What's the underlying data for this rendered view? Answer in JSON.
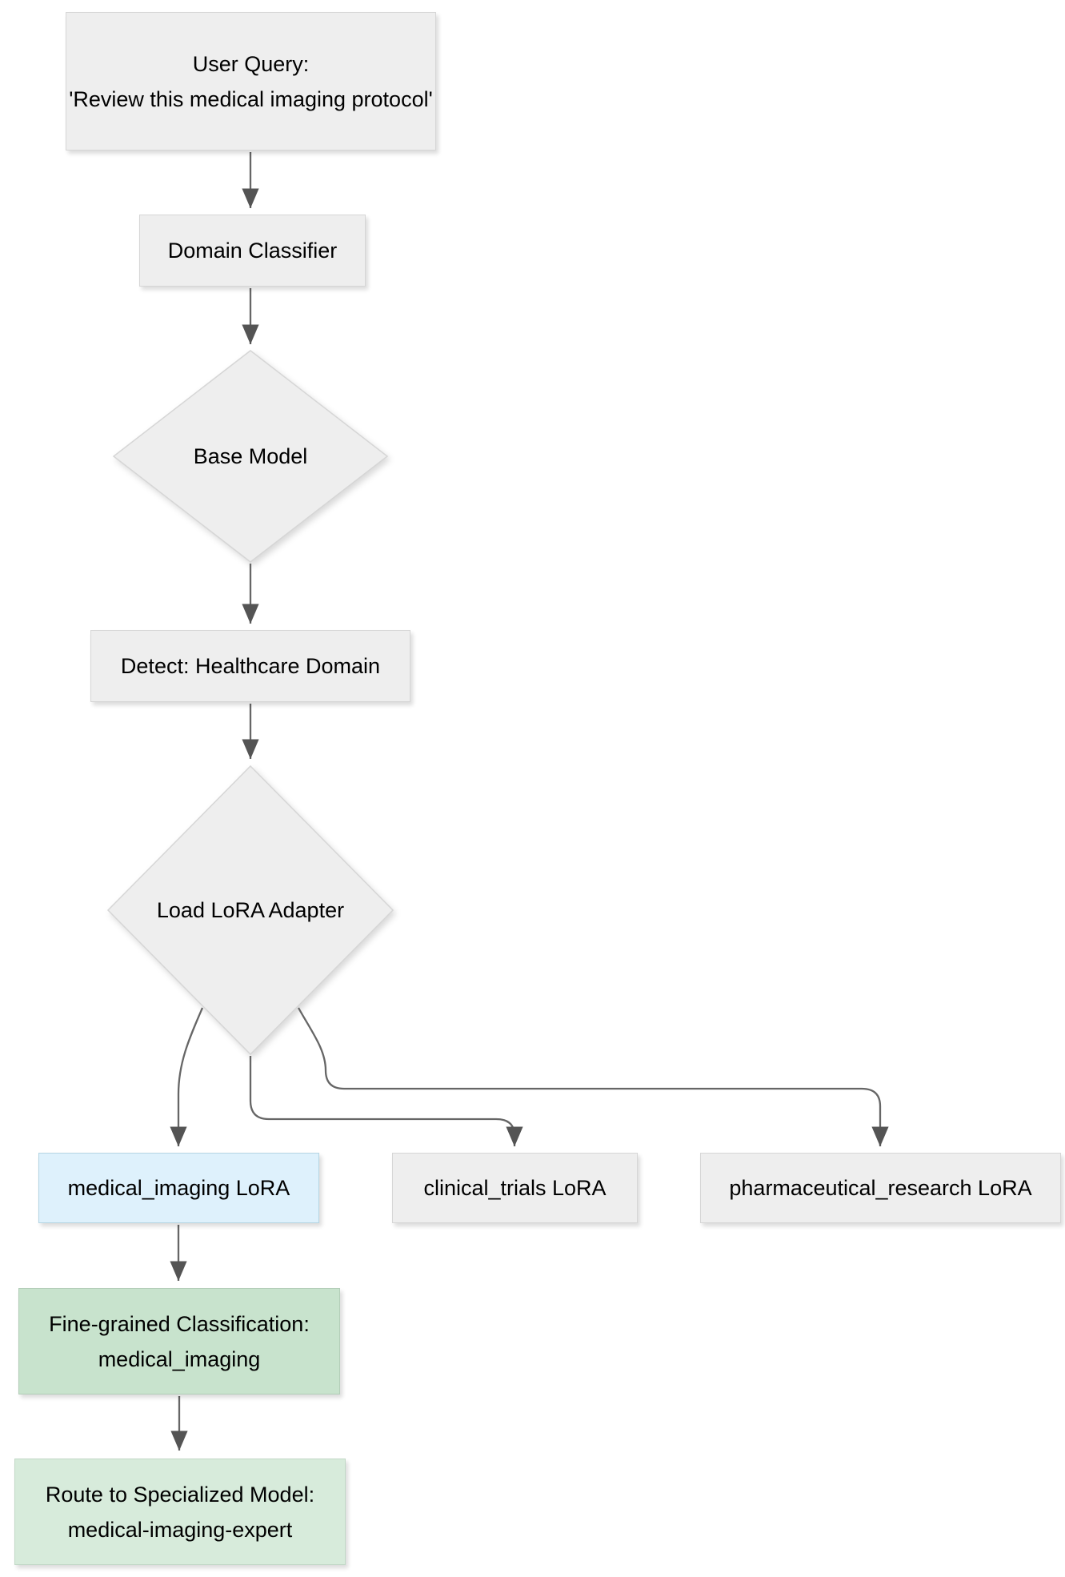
{
  "diagram": {
    "type": "flowchart",
    "direction": "top-down",
    "background": "#ffffff",
    "colors": {
      "node_fill": "#eeeeee",
      "node_border": "#d6d6d6",
      "blue_fill": "#def1fc",
      "blue_border": "#b5d5e3",
      "green_fill": "#c8e3cd",
      "green_border": "#b3cdb8",
      "green_light_fill": "#d7ebdb",
      "green_light_border": "#c2d8c7",
      "edge_line": "#666666",
      "edge_arrow": "#545454",
      "text": "#000000"
    },
    "nodes": {
      "user_query": {
        "shape": "rectangle",
        "lines": [
          "User Query:",
          "'Review this medical imaging protocol'"
        ]
      },
      "domain_classifier": {
        "shape": "rectangle",
        "label": "Domain Classifier"
      },
      "base_model": {
        "shape": "diamond",
        "label": "Base Model"
      },
      "detect_healthcare": {
        "shape": "rectangle",
        "label": "Detect: Healthcare Domain"
      },
      "load_lora_adapter": {
        "shape": "diamond",
        "label": "Load LoRA Adapter"
      },
      "medical_imaging_lora": {
        "shape": "rectangle",
        "label": "medical_imaging LoRA",
        "highlight": "blue"
      },
      "clinical_trials_lora": {
        "shape": "rectangle",
        "label": "clinical_trials LoRA"
      },
      "pharmaceutical_research_lora": {
        "shape": "rectangle",
        "label": "pharmaceutical_research LoRA"
      },
      "fine_grained_classification": {
        "shape": "rectangle",
        "lines": [
          "Fine-grained Classification:",
          "medical_imaging"
        ],
        "highlight": "green"
      },
      "route_specialized": {
        "shape": "rectangle",
        "lines": [
          "Route to Specialized Model:",
          "medical-imaging-expert"
        ],
        "highlight": "green_light"
      }
    },
    "edges": [
      {
        "from": "user_query",
        "to": "domain_classifier"
      },
      {
        "from": "domain_classifier",
        "to": "base_model"
      },
      {
        "from": "base_model",
        "to": "detect_healthcare"
      },
      {
        "from": "detect_healthcare",
        "to": "load_lora_adapter"
      },
      {
        "from": "load_lora_adapter",
        "to": "medical_imaging_lora"
      },
      {
        "from": "load_lora_adapter",
        "to": "clinical_trials_lora"
      },
      {
        "from": "load_lora_adapter",
        "to": "pharmaceutical_research_lora"
      },
      {
        "from": "medical_imaging_lora",
        "to": "fine_grained_classification"
      },
      {
        "from": "fine_grained_classification",
        "to": "route_specialized"
      }
    ]
  }
}
